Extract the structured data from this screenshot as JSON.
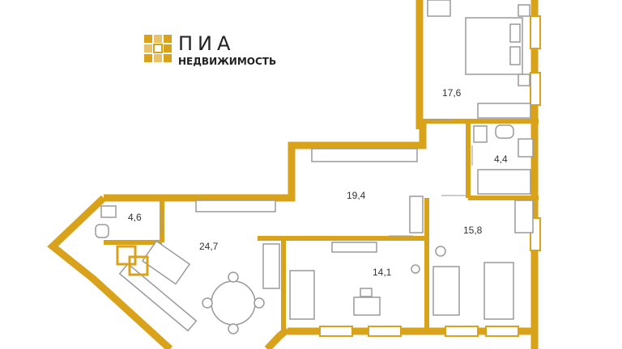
{
  "brand": {
    "title": "ПИА",
    "subtitle": "НЕДВИЖИМОСТЬ",
    "accent": "#d9a21b"
  },
  "rooms": {
    "bedroom": "17,6",
    "bathroom": "4,4",
    "hall": "19,4",
    "wc": "4,6",
    "living_kitchen": "24,7",
    "room_middle": "14,1",
    "room_right": "15,8"
  },
  "colors": {
    "wall": "#d9a21b",
    "furniture": "#9a9a9a",
    "background": "#ffffff"
  }
}
